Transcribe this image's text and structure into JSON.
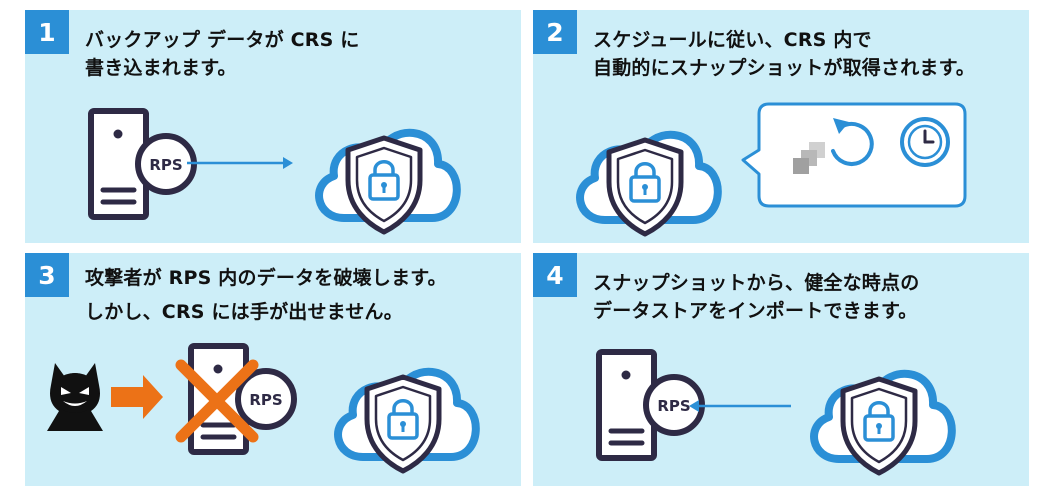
{
  "panels": [
    {
      "number": "1",
      "line1": "バックアップ データが CRS に",
      "line2": "書き込まれます。",
      "server_label": "RPS"
    },
    {
      "number": "2",
      "line1": "スケジュールに従い、CRS 内で",
      "line2": "自動的にスナップショットが取得されます。"
    },
    {
      "number": "3",
      "line1": "攻撃者が RPS 内のデータを破壊します。",
      "line2": "しかし、CRS には手が出せません。",
      "server_label": "RPS"
    },
    {
      "number": "4",
      "line1": "スナップショットから、健全な時点の",
      "line2": "データストアをインポートできます。",
      "server_label": "RPS"
    }
  ],
  "colors": {
    "panel_bg": "#cdeef8",
    "badge_bg": "#2b8fd6",
    "cloud_outline": "#2b8fd6",
    "server_dark": "#2e2a45",
    "attack_arrow": "#ec7217",
    "cross": "#ec7217"
  },
  "icons": [
    "server-icon",
    "cloud-icon",
    "shield-icon",
    "lock-icon",
    "arrow-icon",
    "snapshot-icon",
    "refresh-icon",
    "clock-icon",
    "attacker-icon",
    "cross-icon"
  ]
}
